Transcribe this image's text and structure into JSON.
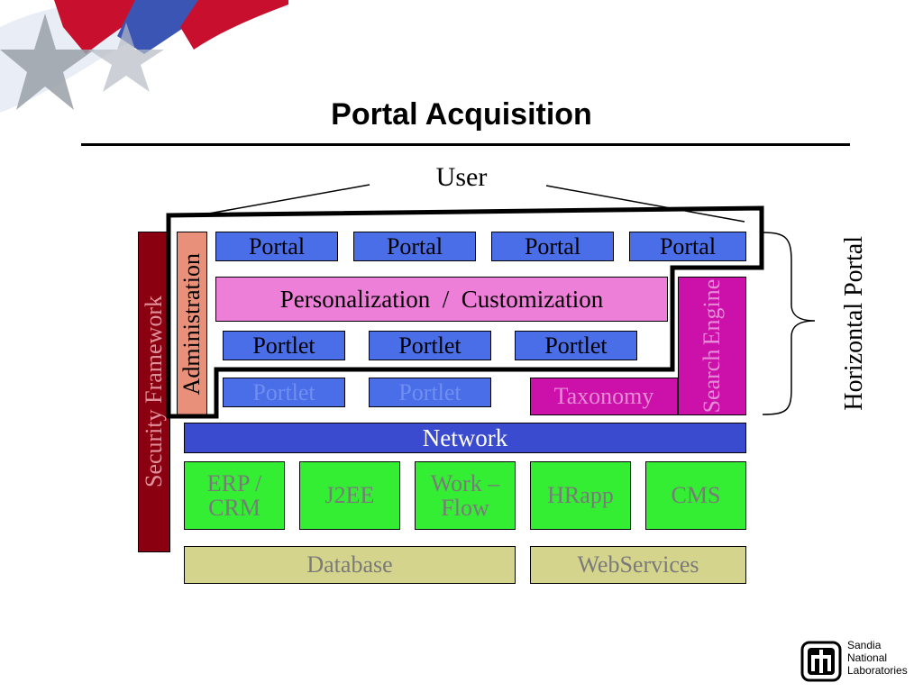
{
  "slide": {
    "title": "Portal Acquisition"
  },
  "diagram": {
    "user_label": "User",
    "portals": [
      "Portal",
      "Portal",
      "Portal",
      "Portal"
    ],
    "personalization": "Personalization  /  Customization",
    "portlets_row1": [
      "Portlet",
      "Portlet",
      "Portlet"
    ],
    "portlets_row2": [
      "Portlet",
      "Portlet"
    ],
    "administration": "Administration",
    "security_framework": "Security Framework",
    "search_engine_line1": "Search",
    "search_engine_line2": "Engine",
    "taxonomy": "Taxonomy",
    "network": "Network",
    "backends": [
      {
        "line1": "ERP /",
        "line2": "CRM"
      },
      {
        "line1": "J2EE",
        "line2": ""
      },
      {
        "line1": "Work –",
        "line2": "Flow"
      },
      {
        "line1": "HRapp",
        "line2": ""
      },
      {
        "line1": "CMS",
        "line2": ""
      }
    ],
    "database": "Database",
    "webservices": "WebServices",
    "horizontal_portal": "Horizontal Portal"
  },
  "logo": {
    "name_line1": "Sandia",
    "name_line2": "National",
    "name_line3": "Laboratories"
  },
  "colors": {
    "portal_blue": "#4a6ee8",
    "personalization_pink": "#ee7fd8",
    "network_blue": "#3b4bd0",
    "security_maroon": "#8b0010",
    "admin_salmon": "#e8907a",
    "search_magenta": "#cc11aa",
    "backend_green": "#33ee33",
    "data_khaki": "#d4d48c"
  }
}
